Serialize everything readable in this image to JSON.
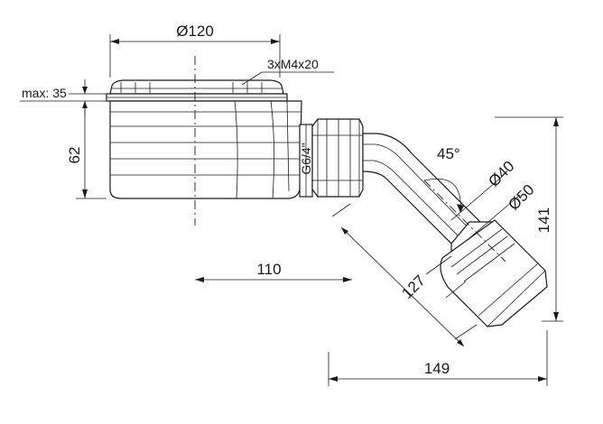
{
  "dimensions": {
    "top_diameter": "Ø120",
    "screws": "3xM4x20",
    "max_height": "max: 35",
    "body_height": "62",
    "thread": "G6/4\"",
    "angle": "45°",
    "pipe_inner": "Ø40",
    "pipe_outer": "Ø50",
    "height_total": "141",
    "horizontal_offset": "110",
    "diagonal_length": "127",
    "length_total": "149"
  }
}
